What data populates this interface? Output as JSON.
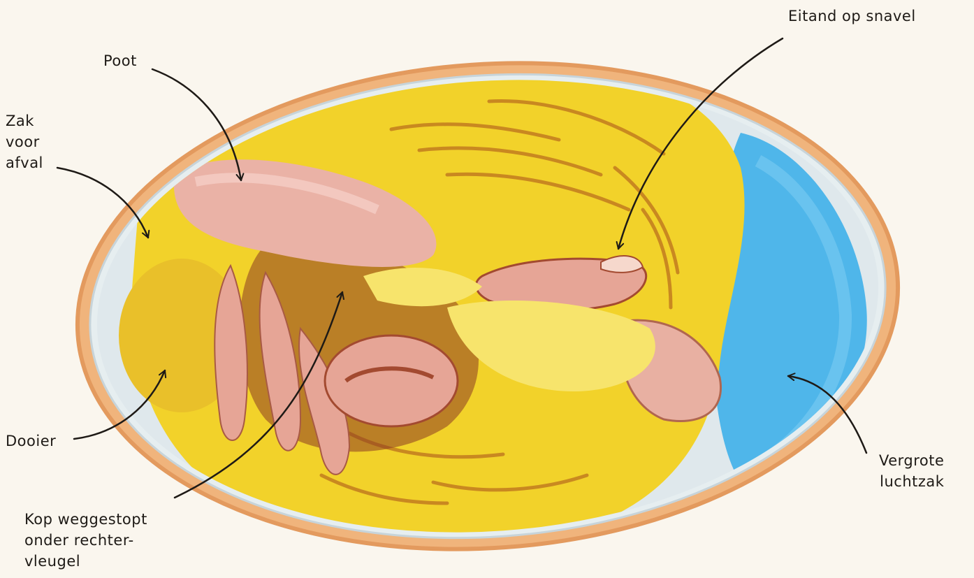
{
  "labels": {
    "poot": [
      "Poot"
    ],
    "zak_voor_afval": [
      "Zak",
      "voor",
      "afval"
    ],
    "dooier": [
      "Dooier"
    ],
    "kop": [
      "Kop weggestopt",
      "onder rechter-",
      "vleugel"
    ],
    "eitand": [
      "Eitand op snavel"
    ],
    "luchtzak": [
      "Vergrote",
      "luchtzak"
    ]
  },
  "colors": {
    "background": "#faf6ee",
    "shell_rim": "#e8a56c",
    "membrane": "#dce6ea",
    "chick_yellow": "#f2d22a",
    "chick_pink": "#e8a89a",
    "chick_shadow": "#8c3b22",
    "air_sac": "#4fb6ea",
    "text": "#1e1a16"
  }
}
